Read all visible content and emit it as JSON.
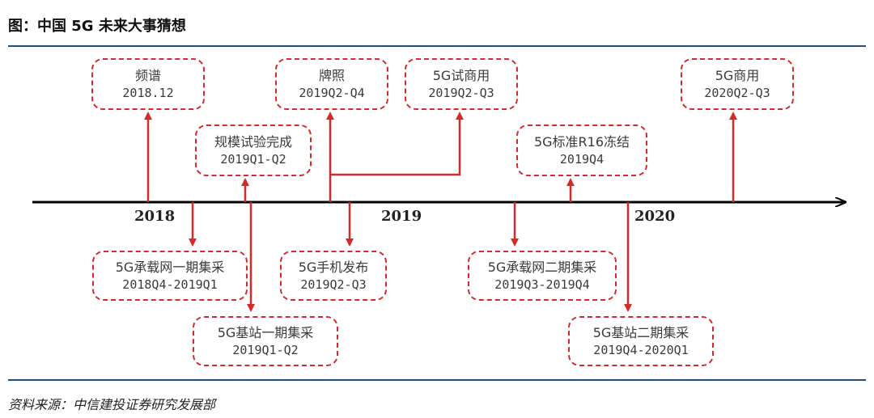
{
  "title": "图：中国 5G 未来大事猜想",
  "source": "资料来源：中信建投证券研究发展部",
  "years": {
    "y2018": "2018",
    "y2019": "2019",
    "y2020": "2020"
  },
  "events": {
    "pinpu": {
      "name": "频谱",
      "time": "2018.12"
    },
    "paizhao": {
      "name": "牌照",
      "time": "2019Q2-Q4"
    },
    "shishangyong": {
      "name": "5G试商用",
      "time": "2019Q2-Q3"
    },
    "shangyong": {
      "name": "5G商用",
      "time": "2020Q2-Q3"
    },
    "guimo": {
      "name": "规模试验完成",
      "time": "2019Q1-Q2"
    },
    "r16": {
      "name": "5G标准R16冻结",
      "time": "2019Q4"
    },
    "chengzai1": {
      "name": "5G承载网一期集采",
      "time": "2018Q4-2019Q1"
    },
    "shouji": {
      "name": "5G手机发布",
      "time": "2019Q2-Q3"
    },
    "chengzai2": {
      "name": "5G承载网二期集采",
      "time": "2019Q3-2019Q4"
    },
    "jizhan1": {
      "name": "5G基站一期集采",
      "time": "2019Q1-Q2"
    },
    "jizhan2": {
      "name": "5G基站二期集采",
      "time": "2019Q4-2020Q1"
    }
  },
  "colors": {
    "accent": "#d42a2a",
    "rule": "#1f4e79",
    "axis": "#000000"
  }
}
